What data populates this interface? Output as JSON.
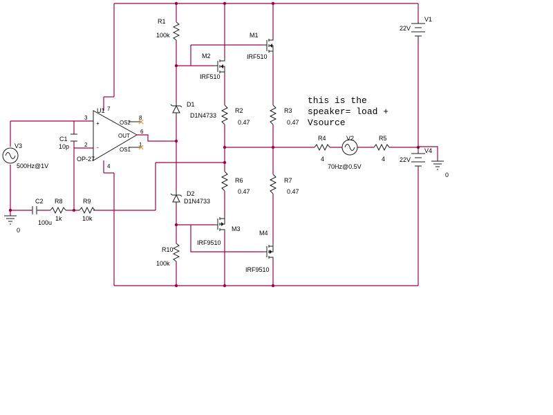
{
  "note": {
    "lines": [
      "this is the",
      "speaker= load +",
      "Vsource"
    ]
  },
  "components": {
    "R1": {
      "ref": "R1",
      "value": "100k"
    },
    "R2": {
      "ref": "R2",
      "value": "0.47"
    },
    "R3": {
      "ref": "R3",
      "value": "0.47"
    },
    "R4": {
      "ref": "R4",
      "value": "4"
    },
    "R5": {
      "ref": "R5",
      "value": "4"
    },
    "R6": {
      "ref": "R6",
      "value": "0.47"
    },
    "R7": {
      "ref": "R7",
      "value": "0.47"
    },
    "R8": {
      "ref": "R8",
      "value": "1k"
    },
    "R9": {
      "ref": "R9",
      "value": "10k"
    },
    "R10": {
      "ref": "R10",
      "value": "100k"
    },
    "C1": {
      "ref": "C1",
      "value": "10p"
    },
    "C2": {
      "ref": "C2",
      "value": "100u"
    },
    "D1": {
      "ref": "D1",
      "value": "D1N4733"
    },
    "D2": {
      "ref": "D2",
      "value": "D1N4733"
    },
    "M1": {
      "ref": "M1",
      "value": "IRF510"
    },
    "M2": {
      "ref": "M2",
      "value": "IRF510"
    },
    "M3": {
      "ref": "M3",
      "value": "IRF9510"
    },
    "M4": {
      "ref": "M4",
      "value": "IRF9510"
    },
    "U1": {
      "ref": "U1",
      "value": "OP-27"
    },
    "V1": {
      "ref": "V1",
      "value": "22V"
    },
    "V2": {
      "ref": "V2",
      "value": "70Hz@0.5V"
    },
    "V3": {
      "ref": "V3",
      "value": "500Hz@1V"
    },
    "V4": {
      "ref": "V4",
      "value": "22V"
    }
  },
  "opamp_pins": {
    "plus": "+",
    "minus": "-",
    "out_label": "OUT",
    "os1": "OS1",
    "os2": "OS2",
    "p1": "1",
    "p2": "2",
    "p3": "3",
    "p4": "4",
    "p6": "6",
    "p7": "7",
    "p8": "8"
  },
  "grounds": {
    "g1": "0",
    "g2": "0"
  },
  "colors": {
    "wire": "#a0004a",
    "component": "#1a1a1a",
    "no_connect": "#e2a040"
  }
}
